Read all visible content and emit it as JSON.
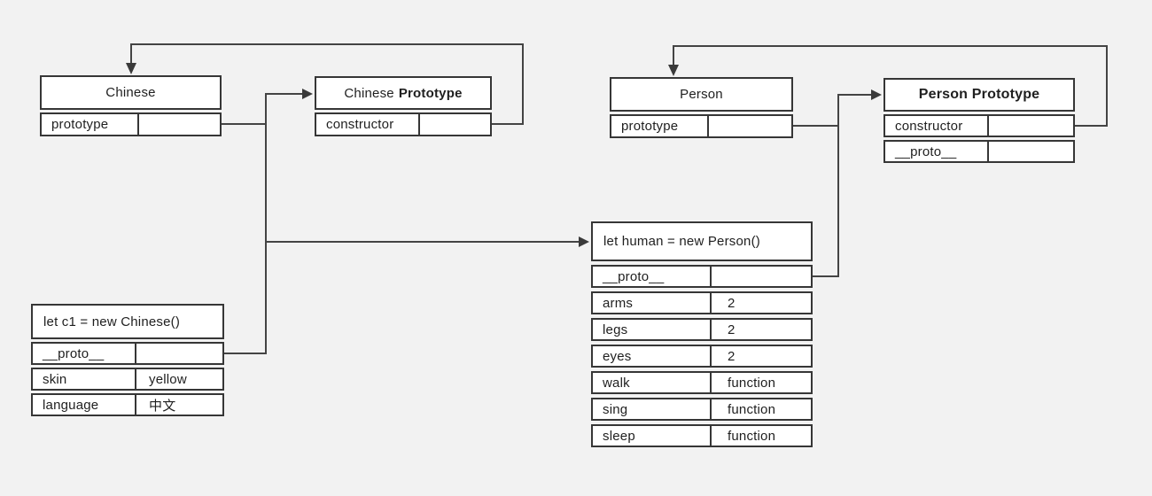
{
  "canvas": {
    "background_color": "#f2f2f2",
    "box_fill_color": "#ffffff",
    "line_color": "#444444",
    "border_color": "#363636",
    "text_color": "#1f1f1f"
  },
  "nodes": {
    "chinese": {
      "title": "Chinese",
      "rows": [
        {
          "label": "prototype",
          "value": ""
        }
      ]
    },
    "chinese_prototype": {
      "title": "Chinese",
      "title_bold": "Prototype",
      "rows": [
        {
          "label": "constructor",
          "value": ""
        }
      ]
    },
    "person": {
      "title": "Person",
      "rows": [
        {
          "label": "prototype",
          "value": ""
        }
      ]
    },
    "person_prototype": {
      "title": "Person Prototype",
      "rows": [
        {
          "label": "constructor",
          "value": ""
        },
        {
          "label": "__proto__",
          "value": ""
        }
      ]
    },
    "c1": {
      "title": "let c1 = new Chinese()",
      "rows": [
        {
          "label": "__proto__",
          "value": ""
        },
        {
          "label": "skin",
          "value": "yellow"
        },
        {
          "label": "language",
          "value": "中文"
        }
      ]
    },
    "human": {
      "title": "let human = new Person()",
      "rows": [
        {
          "label": "__proto__",
          "value": ""
        },
        {
          "label": "arms",
          "value": "2"
        },
        {
          "label": "legs",
          "value": "2"
        },
        {
          "label": "eyes",
          "value": "2"
        },
        {
          "label": "walk",
          "value": "function"
        },
        {
          "label": "sing",
          "value": "function"
        },
        {
          "label": "sleep",
          "value": "function"
        }
      ]
    }
  },
  "edges": [
    {
      "from": "Chinese.prototype",
      "to": "Chinese Prototype"
    },
    {
      "from": "Chinese Prototype.constructor",
      "to": "Chinese"
    },
    {
      "from": "let c1 = new Chinese().__proto__",
      "to": "Chinese Prototype"
    },
    {
      "from": "Chinese prototype junction",
      "to": "let human = new Person()"
    },
    {
      "from": "Person.prototype",
      "to": "Person Prototype"
    },
    {
      "from": "Person Prototype.constructor",
      "to": "Person"
    },
    {
      "from": "let human = new Person().__proto__",
      "to": "Person Prototype"
    }
  ]
}
